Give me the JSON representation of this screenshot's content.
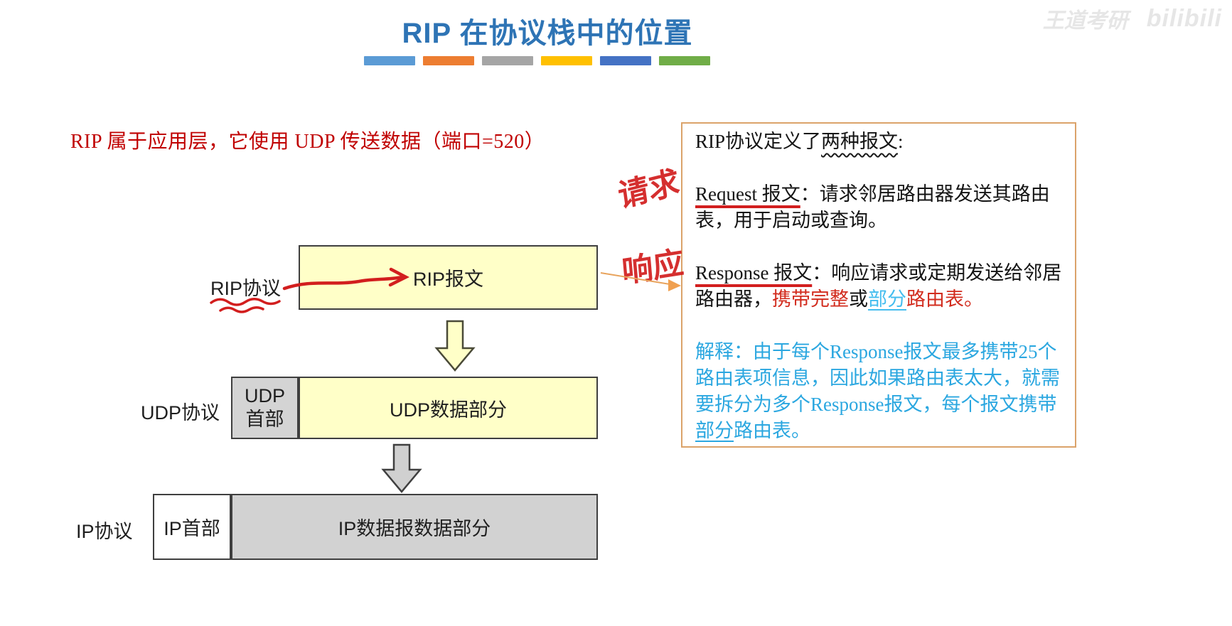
{
  "watermark": {
    "left": "王道考研",
    "right": "bilibili"
  },
  "title": {
    "text": "RIP 在协议栈中的位置",
    "bar_colors": [
      "#5b9bd5",
      "#ed7d31",
      "#a5a5a5",
      "#ffc000",
      "#4472c4",
      "#70ad47"
    ]
  },
  "intro": {
    "text": "RIP 属于应用层，它使用 UDP 传送数据（端口=520）"
  },
  "stack": {
    "rip": {
      "label": "RIP协议",
      "payload": "RIP报文"
    },
    "udp": {
      "label": "UDP协议",
      "header_line1": "UDP",
      "header_line2": "首部",
      "payload": "UDP数据部分"
    },
    "ip": {
      "label": "IP协议",
      "header": "IP首部",
      "payload": "IP数据报数据部分"
    }
  },
  "handwritten": {
    "request": "请求",
    "response": "响应"
  },
  "note": {
    "heading": {
      "prefix": "RIP协议定义了",
      "underlined": "两种报文",
      "suffix": ":"
    },
    "request": {
      "label": "Request 报文",
      "body": "：请求邻居路由器发送其路由表，用于启动或查询。"
    },
    "response": {
      "label": "Response 报文",
      "body": "：响应请求或定期发送给邻居路由器，",
      "red1": "携带完整",
      "black": "或",
      "blue": "部分",
      "red2": "路由表。"
    },
    "explain": {
      "prefix": "解释：由于每个Response报文最多携带25个路由表项信息，因此如果路由表太大，就需要拆分为多个Response报文，每个报文携带",
      "underlined": "部分",
      "suffix": "路由表。"
    }
  },
  "colors": {
    "title_blue": "#2e74b5",
    "accent_red": "#c00000",
    "hand_red": "#d21e1e",
    "note_border": "#dba36a",
    "explain_blue": "#2ba7e0",
    "partial_blue": "#45bdef",
    "box_yellow": "#ffffc8",
    "box_gray": "#d4d4d4"
  }
}
